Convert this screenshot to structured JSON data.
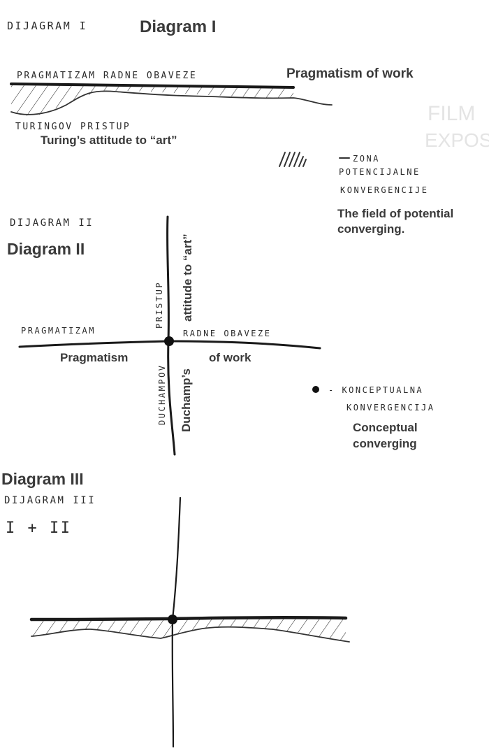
{
  "diagram1": {
    "handwritten_title": "DIJAGRAM I",
    "title": "Diagram I",
    "hw_top": "PRAGMATIZAM RADNE OBAVEZE",
    "label_top": "Pragmatism of work",
    "hw_bottom": "TURINGOV PRISTUP",
    "label_bottom": "Turing’s attitude to “art”"
  },
  "legend_zone": {
    "hw_line1": "ZONA",
    "hw_line2": "POTENCIJALNE",
    "hw_line3": "KONVERGENCIJE",
    "label_line1": "The field of potential",
    "label_line2": "converging."
  },
  "diagram2": {
    "handwritten_title": "DIJAGRAM II",
    "title": "Diagram II",
    "hw_left": "PRAGMATIZAM",
    "hw_right": "RADNE OBAVEZE",
    "hw_up": "PRISTUP",
    "hw_down": "DUCHAMPOV",
    "label_left": "Pragmatism",
    "label_right": "of work",
    "label_up": "attitude to “art”",
    "label_down": "Duchamp’s"
  },
  "legend_point": {
    "hw_line1": "- KONCEPTUALNA",
    "hw_line2": "KONVERGENCIJA",
    "label_line1": "Conceptual",
    "label_line2": "converging"
  },
  "diagram3": {
    "title": "Diagram III",
    "handwritten_title": "DIJAGRAM III",
    "handwritten_formula": "I + II"
  },
  "ghost": {
    "line1": "FILM",
    "line2": "EXPOSE"
  },
  "colors": {
    "ink": "#1a1a1a",
    "label": "#3a3a3a",
    "paper": "#ffffff"
  }
}
